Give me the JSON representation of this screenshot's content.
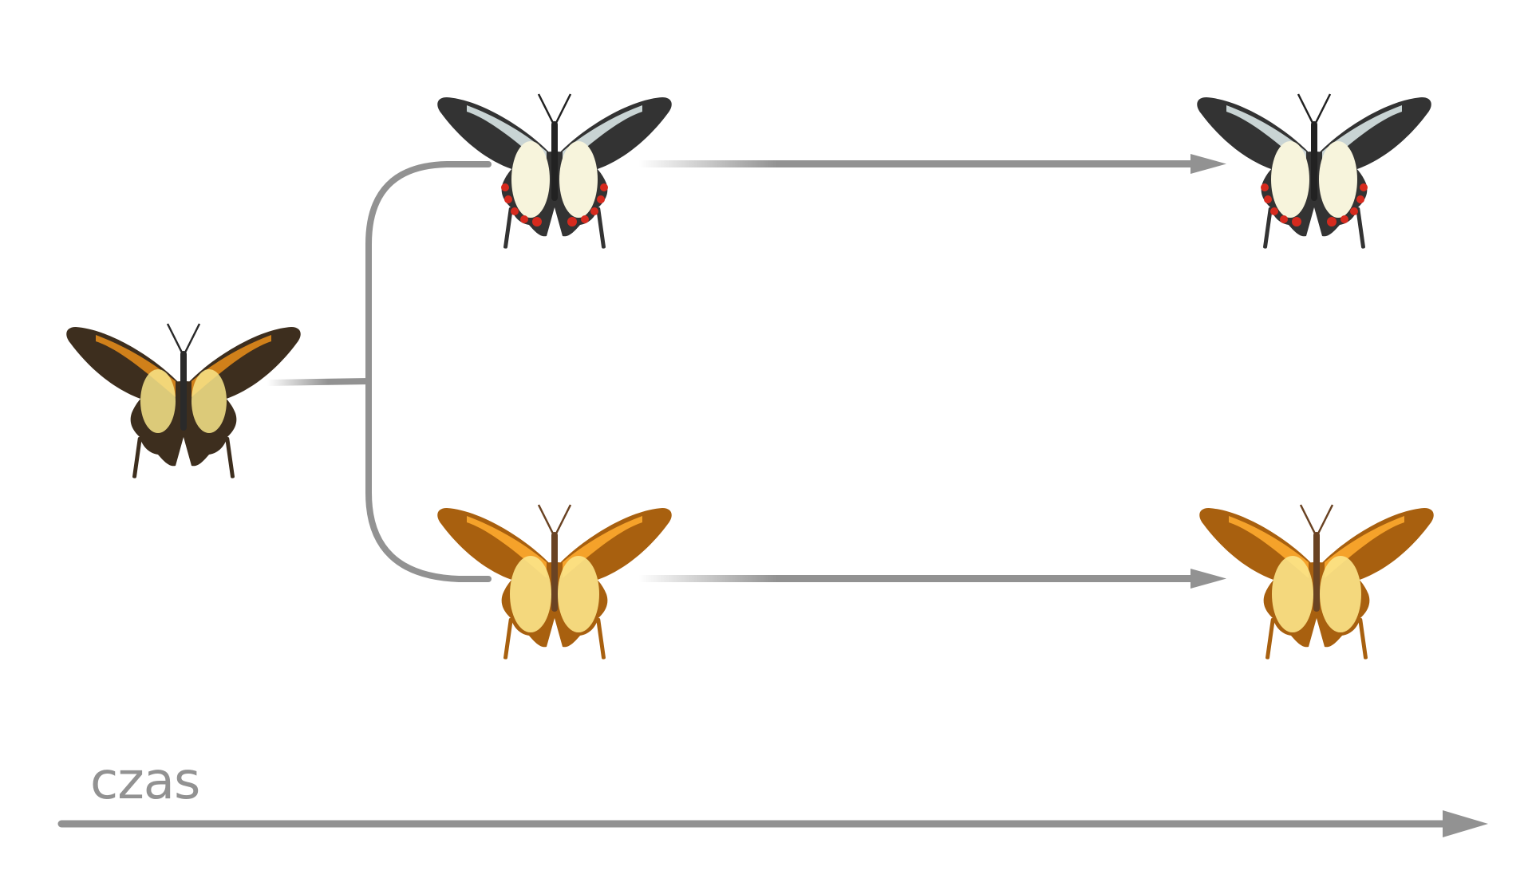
{
  "diagram": {
    "type": "speciation-timeline",
    "time_axis": {
      "label": "czas",
      "color": "#929292"
    },
    "connector_color": "#929292",
    "nodes": [
      {
        "id": "ancestor",
        "position": "left-middle",
        "morph": "dark-brown-gold",
        "colors": {
          "wing": "#3d2e1e",
          "spots": "#e08a1a",
          "highlight": "#f8e58a",
          "body": "#2a2a2a"
        }
      },
      {
        "id": "branch-top-start",
        "position": "top-middle",
        "morph": "black-cream-red",
        "colors": {
          "wing": "#333333",
          "spots": "#c9d4d4",
          "highlight": "#f7f4dc",
          "accent": "#d62a1e",
          "body": "#222222"
        }
      },
      {
        "id": "branch-top-end",
        "position": "top-right",
        "morph": "black-cream-red",
        "colors": {
          "wing": "#333333",
          "spots": "#c9d4d4",
          "highlight": "#f7f4dc",
          "accent": "#d62a1e",
          "body": "#222222"
        }
      },
      {
        "id": "branch-bottom-start",
        "position": "bottom-middle",
        "morph": "orange",
        "colors": {
          "wing": "#a8600f",
          "spots": "#f5a22a",
          "highlight": "#fce58a",
          "body": "#6a4323"
        }
      },
      {
        "id": "branch-bottom-end",
        "position": "bottom-right",
        "morph": "orange",
        "colors": {
          "wing": "#a8600f",
          "spots": "#f5a22a",
          "highlight": "#fce58a",
          "body": "#6a4323"
        }
      }
    ],
    "edges": [
      {
        "from": "ancestor",
        "to": "branch-top-start",
        "kind": "split"
      },
      {
        "from": "ancestor",
        "to": "branch-bottom-start",
        "kind": "split"
      },
      {
        "from": "branch-top-start",
        "to": "branch-top-end",
        "kind": "arrow"
      },
      {
        "from": "branch-bottom-start",
        "to": "branch-bottom-end",
        "kind": "arrow"
      }
    ]
  }
}
